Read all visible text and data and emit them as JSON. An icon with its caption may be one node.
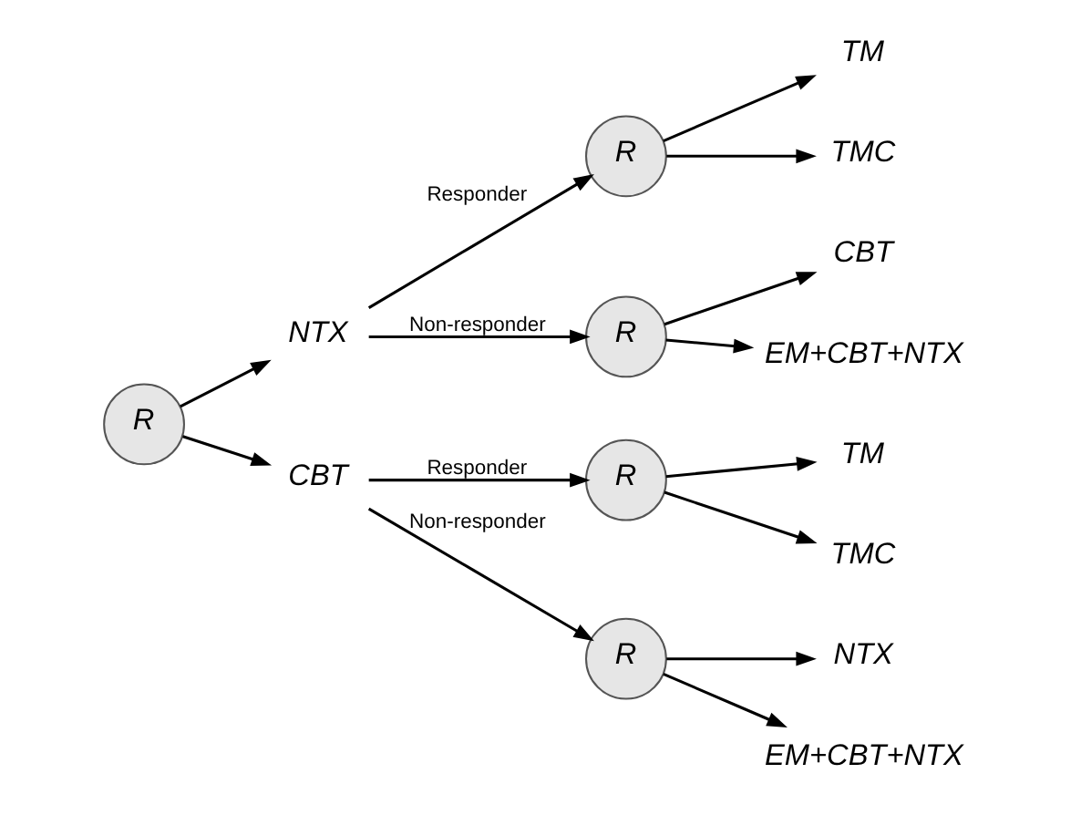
{
  "diagram": {
    "nodes": [
      {
        "text": [
          "R"
        ]
      },
      {
        "text": [
          "NTX"
        ]
      },
      {
        "text": [
          "CBT"
        ]
      },
      {
        "text": [
          "R"
        ]
      },
      {
        "text": [
          "R"
        ]
      },
      {
        "text": [
          "R"
        ]
      },
      {
        "text": [
          "R"
        ]
      },
      {
        "text": [
          "TM"
        ]
      },
      {
        "text": [
          "TMC"
        ]
      },
      {
        "text": [
          "CBT"
        ]
      },
      {
        "text": [
          "EM+CBT+NTX"
        ]
      },
      {
        "text": [
          "TM"
        ]
      },
      {
        "text": [
          "TMC"
        ]
      },
      {
        "text": [
          "NTX"
        ]
      },
      {
        "text": [
          "EM+CBT+NTX"
        ]
      }
    ],
    "edges": [
      {
        "from": 0,
        "to": 1,
        "arrow": "to"
      },
      {
        "from": 0,
        "to": 2,
        "arrow": "to"
      },
      {
        "from": 1,
        "to": 3,
        "arrow": "to",
        "label": "Responder"
      },
      {
        "from": 1,
        "to": 4,
        "arrow": "to",
        "label": "Non-responder"
      },
      {
        "from": 2,
        "to": 5,
        "arrow": "to",
        "label": "Responder"
      },
      {
        "from": 2,
        "to": 6,
        "arrow": "to",
        "label": "Non-responder"
      },
      {
        "from": 3,
        "to": 7,
        "arrow": "to"
      },
      {
        "from": 3,
        "to": 8,
        "arrow": "to"
      },
      {
        "from": 4,
        "to": 9,
        "arrow": "to"
      },
      {
        "from": 4,
        "to": 10,
        "arrow": "to"
      },
      {
        "from": 5,
        "to": 11,
        "arrow": "to"
      },
      {
        "from": 5,
        "to": 12,
        "arrow": "to"
      },
      {
        "from": 6,
        "to": 13,
        "arrow": "to"
      },
      {
        "from": 6,
        "to": 14,
        "arrow": "to"
      }
    ]
  }
}
